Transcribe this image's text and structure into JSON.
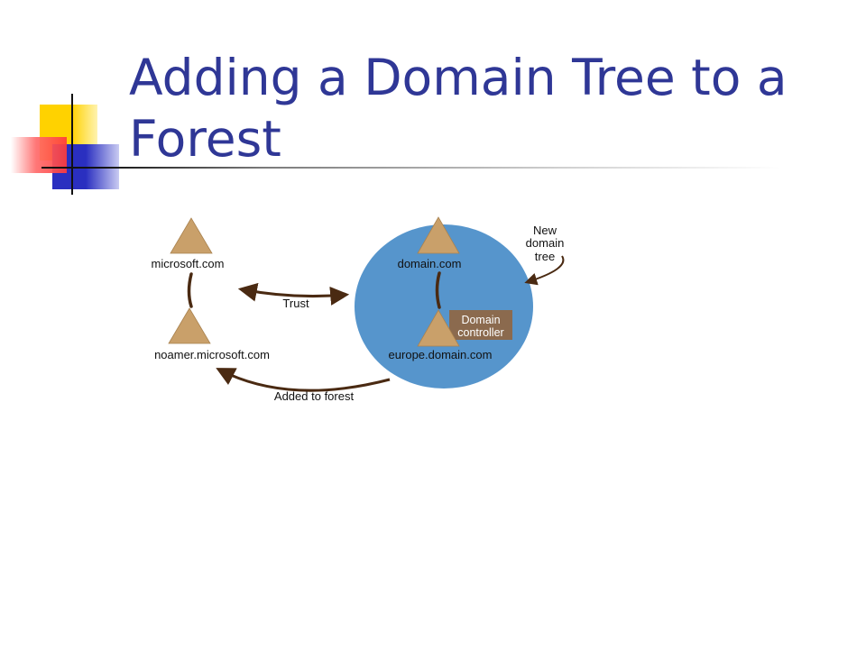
{
  "slide": {
    "title_line1": "Adding a Domain Tree to a",
    "title_line2": "Forest"
  },
  "diagram": {
    "nodes": {
      "microsoft": "microsoft.com",
      "noamer": "noamer.microsoft.com",
      "domain": "domain.com",
      "europe": "europe.domain.com"
    },
    "labels": {
      "trust": "Trust",
      "added": "Added to forest",
      "new_line1": "New",
      "new_line2": "domain",
      "new_line3": "tree",
      "dc_line1": "Domain",
      "dc_line2": "controller"
    },
    "colors": {
      "circle": "#5695cc",
      "triangle": "#c9a06a",
      "arrow": "#4a2a12",
      "controller_box": "#8b6a4e",
      "title": "#2f3796"
    }
  }
}
